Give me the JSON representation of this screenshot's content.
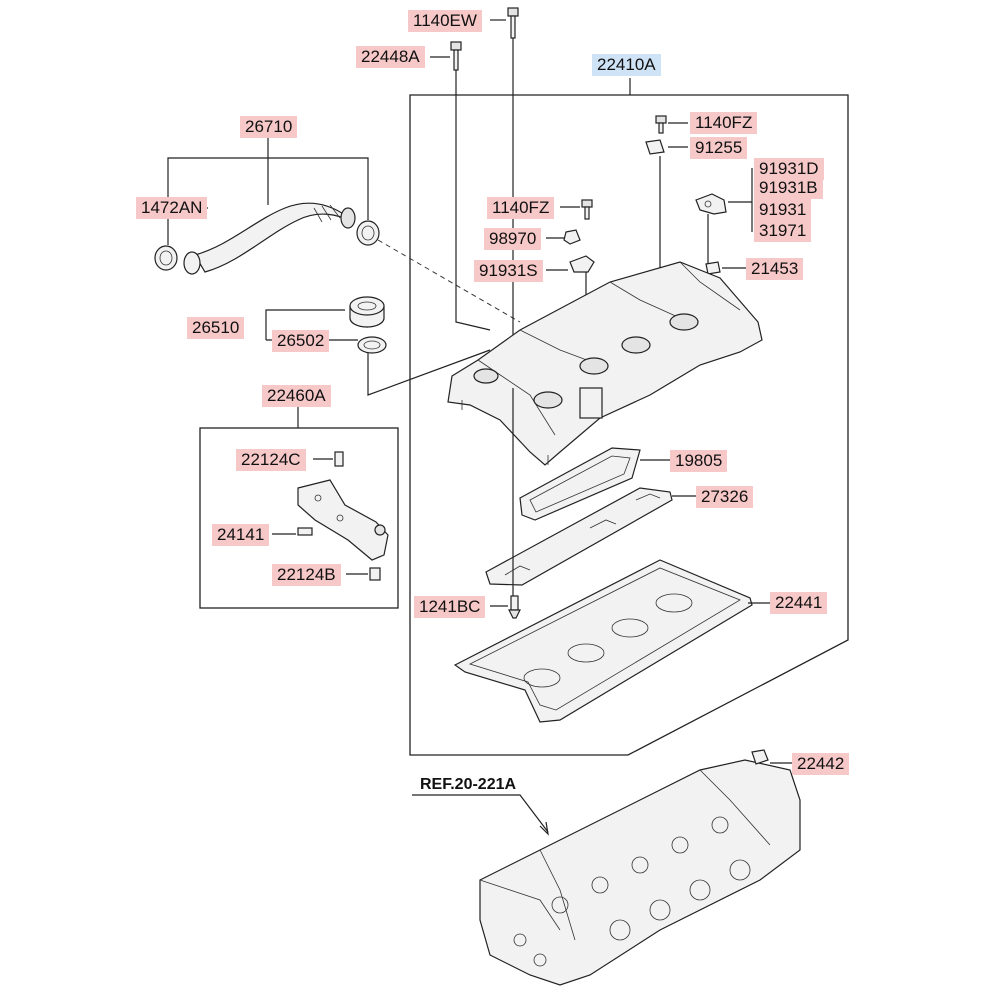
{
  "colors": {
    "label_bg": "#f6c8c8",
    "assembly_label_bg": "#cfe3f7",
    "line": "#222222"
  },
  "labels": {
    "p1140EW": "1140EW",
    "p22448A": "22448A",
    "p22410A": "22410A",
    "p26710": "26710",
    "p1472AN": "1472AN",
    "p1140FZ_top": "1140FZ",
    "p91255": "91255",
    "p91931D": "91931D",
    "p91931B": "91931B",
    "p91931": "91931",
    "p31971": "31971",
    "p1140FZ_mid": "1140FZ",
    "p98970": "98970",
    "p91931S": "91931S",
    "p21453": "21453",
    "p26510": "26510",
    "p26502": "26502",
    "p22460A": "22460A",
    "p22124C": "22124C",
    "p24141": "24141",
    "p22124B": "22124B",
    "p19805": "19805",
    "p27326": "27326",
    "p1241BC": "1241BC",
    "p22441": "22441",
    "p22442": "22442"
  },
  "reference": "REF.20-221A"
}
